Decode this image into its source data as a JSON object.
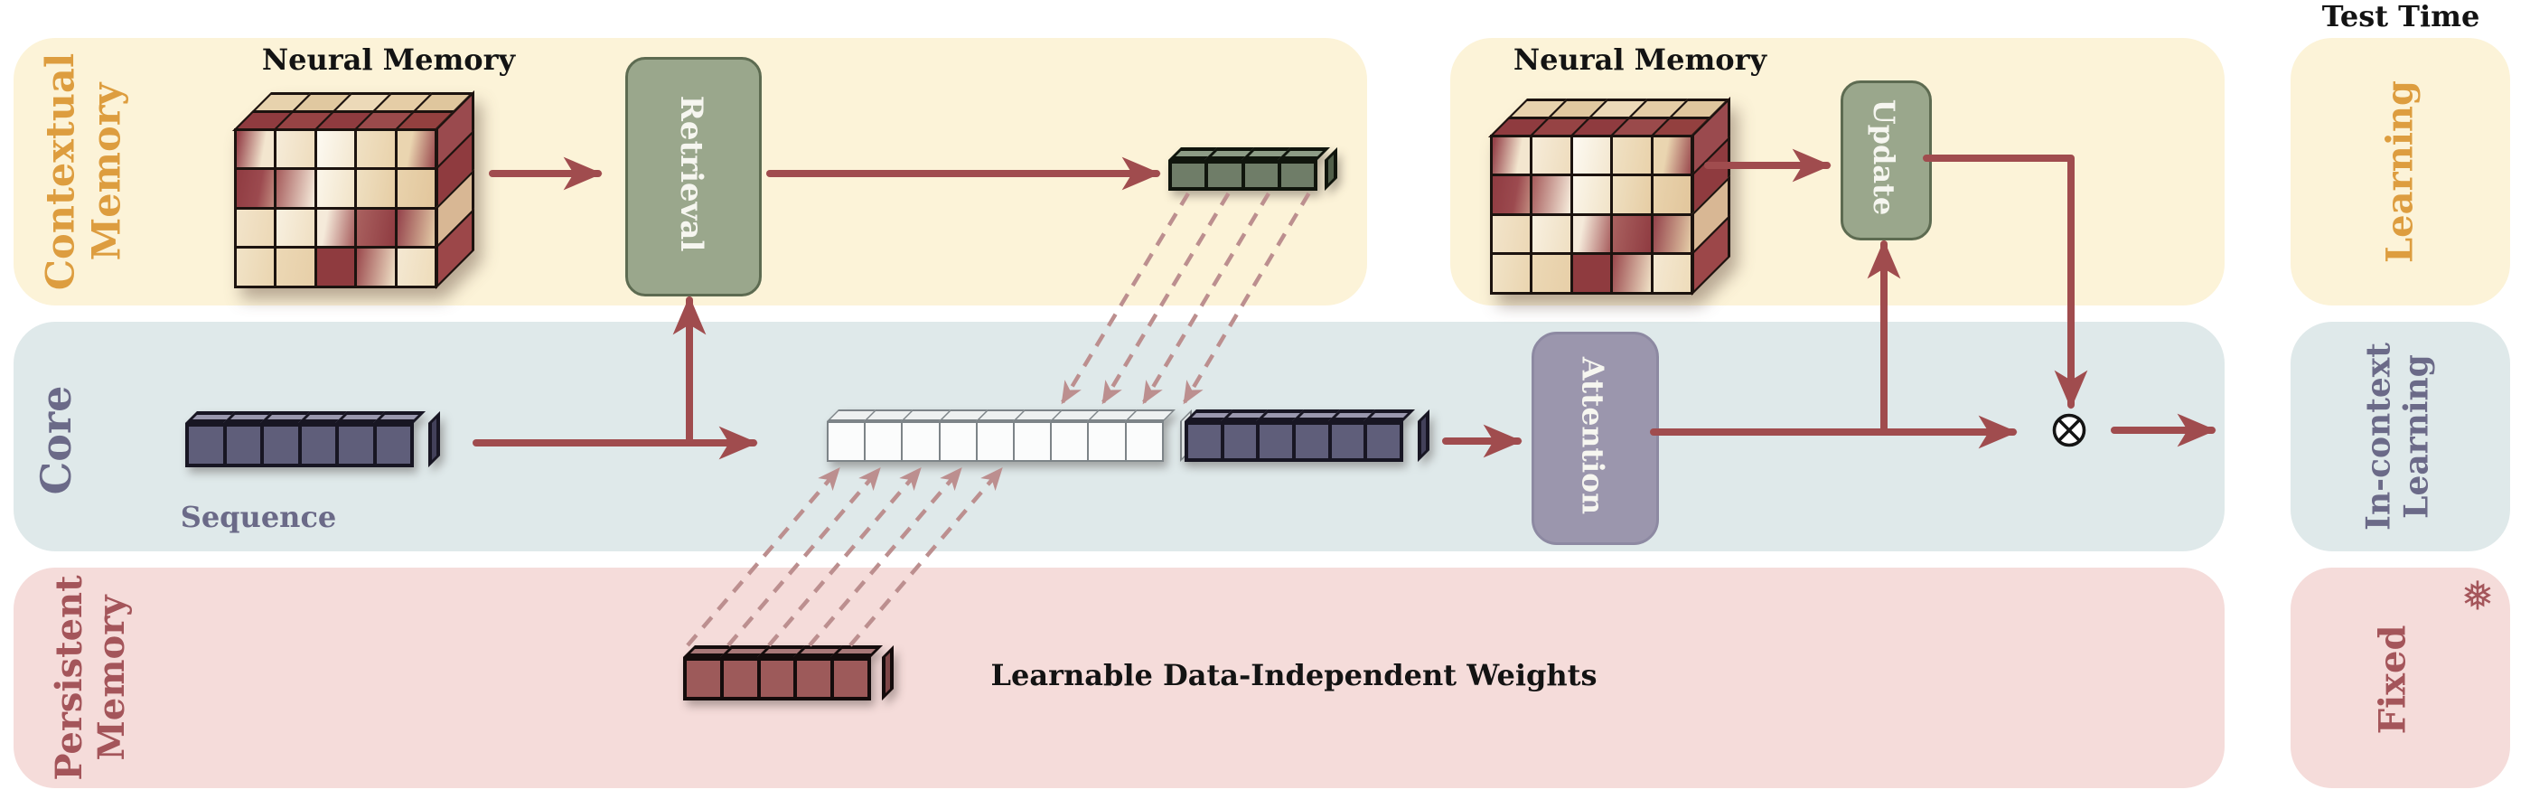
{
  "header": {
    "test_time": "Test Time"
  },
  "bands": {
    "contextual": {
      "label_lines": [
        "Contextual",
        "Memory"
      ],
      "color": "#fcf3d8",
      "label_color": "#dd9d3f"
    },
    "core": {
      "label_lines": [
        "Core"
      ],
      "color": "#dfe9ea",
      "label_color": "#6b6a88"
    },
    "persistent": {
      "label_lines": [
        "Persistent",
        "Memory"
      ],
      "color": "#f5dcda",
      "label_color": "#a4555a"
    }
  },
  "right_column": {
    "learning": {
      "label_lines": [
        "Learning"
      ],
      "color": "#fcf3d8",
      "label_color": "#dd9d3f"
    },
    "in_context": {
      "label_lines": [
        "In-context",
        "Learning"
      ],
      "color": "#dfe9ea",
      "label_color": "#6b6a88"
    },
    "fixed": {
      "label_lines": [
        "Fixed"
      ],
      "color": "#f5dcda",
      "label_color": "#a4555a",
      "snowflake_icon": "❅"
    }
  },
  "nodes": {
    "retrieval": "Retrieval",
    "update": "Update",
    "attention": "Attention",
    "otimes": "⊗"
  },
  "labels": {
    "neural_memory_left": "Neural Memory",
    "neural_memory_right": "Neural Memory",
    "sequence": "Sequence",
    "weights": "Learnable Data-Independent Weights"
  },
  "colors": {
    "band_cream": "#fcf3d8",
    "band_blue": "#dfe9ea",
    "band_pink": "#f5dcda",
    "box_sage": "#9aa78c",
    "box_sage_border": "#5d6b51",
    "box_purple": "#9b96ad",
    "arrow_red": "#a04c4e",
    "dash_red": "#bc8f8f",
    "label_orange": "#dd9d3f",
    "label_slate": "#6b6a88",
    "label_dark_red": "#a4555a",
    "text_black": "#131313"
  },
  "vectors": {
    "sequence": {
      "cells": 6,
      "face": "#5f5e7a",
      "top": "#9a98ae",
      "right": "#43415a",
      "border": "#181623"
    },
    "window": {
      "cells": 9,
      "face": "#fbfcfc",
      "top": "#eef1f1",
      "right": "#e4e9e9",
      "border": "#7d8488"
    },
    "current": {
      "cells": 6,
      "face": "#5f5e7a",
      "top": "#9a98ae",
      "right": "#43415a",
      "border": "#181623"
    },
    "retrieved": {
      "cells": 4,
      "face": "#6f7d68",
      "top": "#8d9c86",
      "right": "#515f4a",
      "border": "#10150d"
    },
    "persistent": {
      "cells": 5,
      "face": "#9d5a5a",
      "top": "#a87878",
      "right": "#7e4647",
      "border": "#140c0c"
    }
  },
  "memory_stack": {
    "rows": 4,
    "cols": 5,
    "front_cells": [
      "linear-gradient(100deg,#96434a 5%,#f3e6cf 70%)",
      "linear-gradient(100deg,#f6ecd9,#eedcbd)",
      "linear-gradient(100deg,#fdfaf2,#f3e7d0)",
      "linear-gradient(100deg,#f0e1c4,#e9d2ab)",
      "linear-gradient(100deg,#ead5b0 35%,#9a4a4e)",
      "linear-gradient(100deg,#8f3b41,#9c4a4f 60%,#c08a7e)",
      "linear-gradient(100deg,#a55b5b,#f7eedd)",
      "linear-gradient(100deg,#fbf6ea,#f1e3c8)",
      "linear-gradient(100deg,#efe0c2,#e6cda4)",
      "linear-gradient(100deg,#e9d3ad,#e2c69c)",
      "linear-gradient(100deg,#f2e4ca,#ecd8b6)",
      "linear-gradient(100deg,#f8f0e0,#efdfc2)",
      "linear-gradient(100deg,#f5eada 25%,#a85f5f)",
      "linear-gradient(100deg,#aa6260,#8f3b41)",
      "linear-gradient(100deg,#93414a,#e5cda8)",
      "linear-gradient(100deg,#f1e3c7,#ead5b0)",
      "linear-gradient(100deg,#ecd8b5,#e7cfa8)",
      "#8f3b3f",
      "linear-gradient(100deg,#9a484c,#f0e2c7)",
      "linear-gradient(100deg,#f4e8d2,#eedcba)"
    ],
    "top_back_cells": [
      "#e7d2ad",
      "#e0c8a0",
      "#ecd9b8",
      "#e5cda6",
      "#dfc69d"
    ],
    "top_front_cells": [
      "#8f3b3f",
      "#964344",
      "#8f3b3f",
      "#9a4a4b",
      "#93403f"
    ],
    "right_cells": [
      "#9a4a4e",
      "#8f3b3f",
      "#d8b794",
      "#9c4749"
    ]
  }
}
